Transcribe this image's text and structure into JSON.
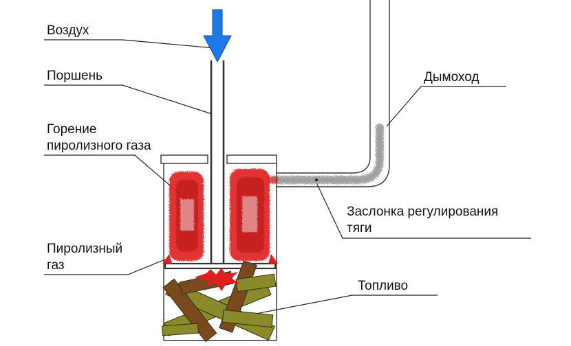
{
  "labels": {
    "air": "Воздух",
    "piston": "Поршень",
    "combustion_line1": "Горение",
    "combustion_line2": "пиролизного газа",
    "pyrolysis_gas_line1": "Пиролизный",
    "pyrolysis_gas_line2": "газ",
    "chimney": "Дымоход",
    "damper_line1": "Заслонка регулирования",
    "damper_line2": "тяги",
    "fuel": "Топливо"
  },
  "colors": {
    "air_arrow": "#1e78e6",
    "flame": "#e02020",
    "smoke": "#9a9a9a",
    "wood_olive": "#8a8a2a",
    "wood_brown": "#7a4a1e",
    "outline": "#333333",
    "leader": "#222222"
  },
  "icons": {
    "air_arrow": "down-arrow-icon",
    "flame": "flame-icon"
  }
}
